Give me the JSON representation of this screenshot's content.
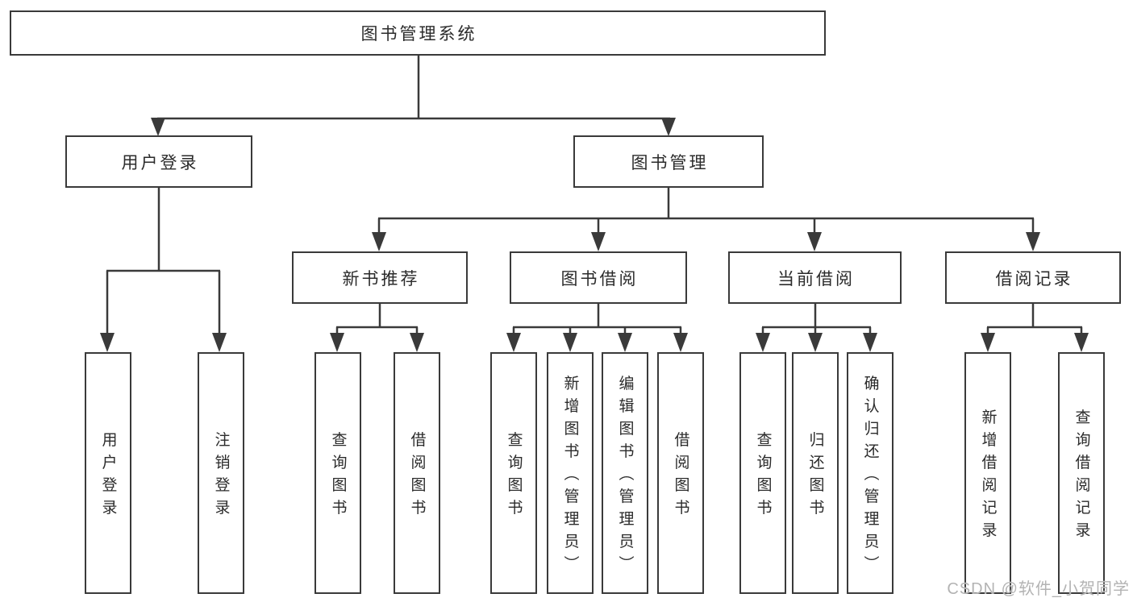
{
  "colors": {
    "line": "#3a3a3a",
    "box_border": "#3a3a3a",
    "text": "#2b2b2b",
    "background": "#ffffff",
    "watermark": "#b3b3b3"
  },
  "tree": {
    "root": "图书管理系统",
    "level2": [
      "用户登录",
      "图书管理"
    ],
    "level3": [
      "新书推荐",
      "图书借阅",
      "当前借阅",
      "借阅记录"
    ],
    "leaves": [
      "用户登录",
      "注销登录",
      "查询图书",
      "借阅图书",
      "查询图书",
      "新增图书（管理员）",
      "编辑图书（管理员）",
      "借阅图书",
      "查询图书",
      "归还图书",
      "确认归还（管理员）",
      "新增借阅记录",
      "查询借阅记录"
    ]
  },
  "watermark": "CSDN @软件_小贺同学"
}
